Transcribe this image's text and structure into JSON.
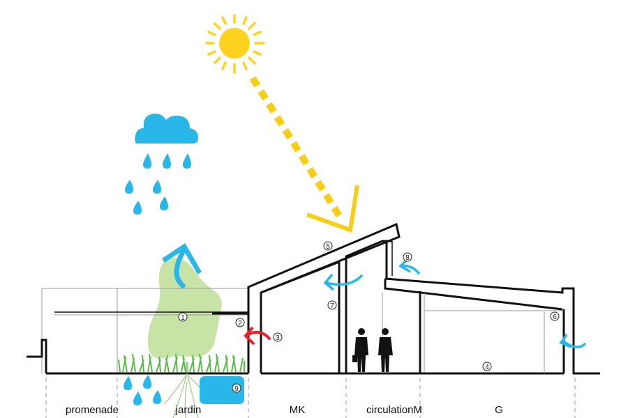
{
  "zones": [
    {
      "id": "promenade",
      "label": "promenade"
    },
    {
      "id": "jardin",
      "label": "jardin"
    },
    {
      "id": "mk",
      "label": "MK"
    },
    {
      "id": "circulation",
      "label": "circulationM"
    },
    {
      "id": "g",
      "label": "G"
    }
  ],
  "markers": [
    {
      "id": "m1",
      "label": "1"
    },
    {
      "id": "m2",
      "label": "2"
    },
    {
      "id": "m3",
      "label": "3"
    },
    {
      "id": "m4",
      "label": "4"
    },
    {
      "id": "m5",
      "label": "5"
    },
    {
      "id": "m6",
      "label": "6"
    },
    {
      "id": "m7",
      "label": "7"
    },
    {
      "id": "m8",
      "label": "8"
    },
    {
      "id": "m9",
      "label": "9"
    }
  ],
  "icons": [
    "sun-icon",
    "cloud-icon",
    "raindrop-icon",
    "tree-icon",
    "grass-icon",
    "water-tank-icon",
    "person-icon",
    "arrow-icon"
  ],
  "colors": {
    "sun": "#FFD21F",
    "sunbeam": "#F7CE17",
    "water": "#29B6E8",
    "heat_arrow": "#E8202A",
    "tree": "#C8E3A6",
    "grass": "#58B947",
    "roots": "#A9C98E",
    "line": "#111111",
    "thin_line": "#9a9a9a"
  }
}
